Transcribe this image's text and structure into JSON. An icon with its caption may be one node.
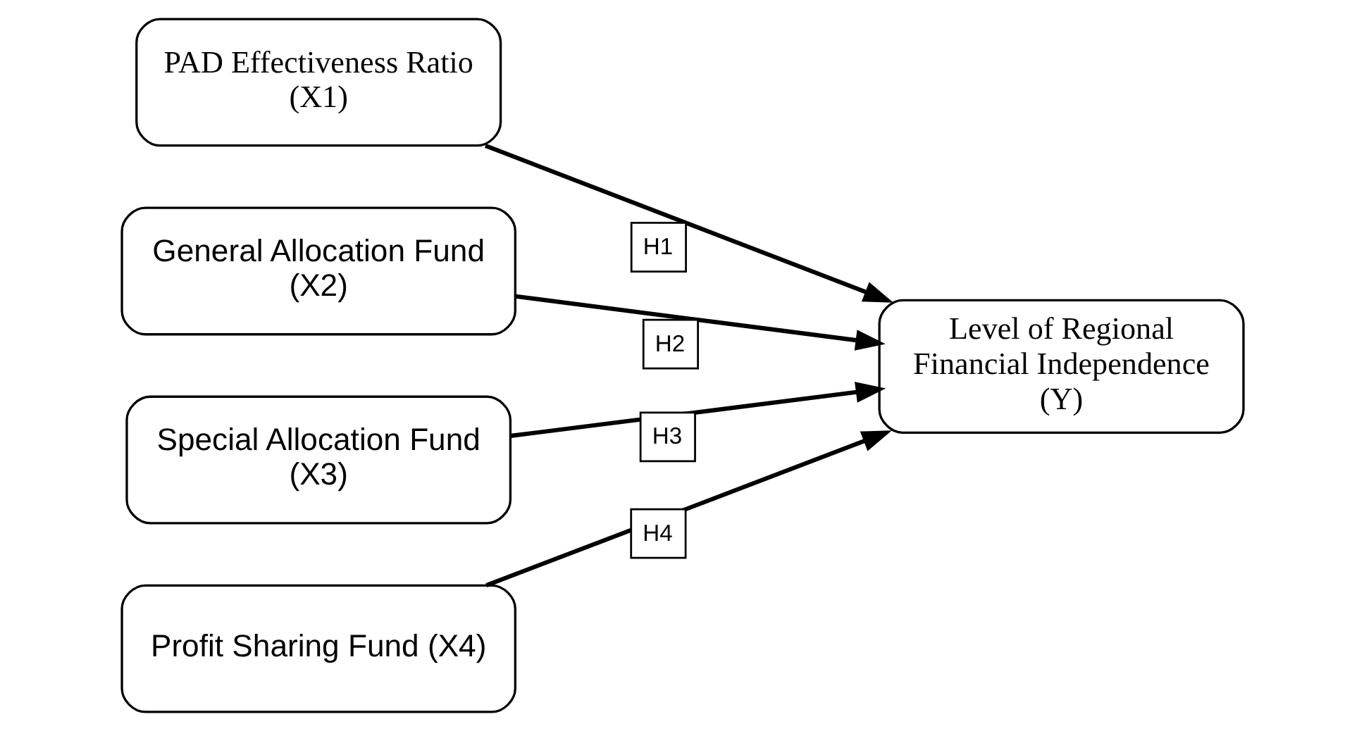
{
  "diagram": {
    "nodes": [
      {
        "text": [
          "PAD Effectiveness Ratio (X1)"
        ]
      },
      {
        "text": [
          "General Allocation Fund (X2)"
        ]
      },
      {
        "text": [
          "Special Allocation Fund (X3)"
        ]
      },
      {
        "text": [
          "Profit Sharing Fund (X4)"
        ]
      },
      {
        "text": [
          "Level of Regional Financial Independence (Y)"
        ]
      }
    ],
    "edges": [
      {
        "from": 0,
        "to": 4,
        "arrow": "to",
        "label": "H1"
      },
      {
        "from": 1,
        "to": 4,
        "arrow": "to",
        "label": "H2"
      },
      {
        "from": 2,
        "to": 4,
        "arrow": "to",
        "label": "H3"
      },
      {
        "from": 3,
        "to": 4,
        "arrow": "to",
        "label": "H4"
      }
    ]
  }
}
